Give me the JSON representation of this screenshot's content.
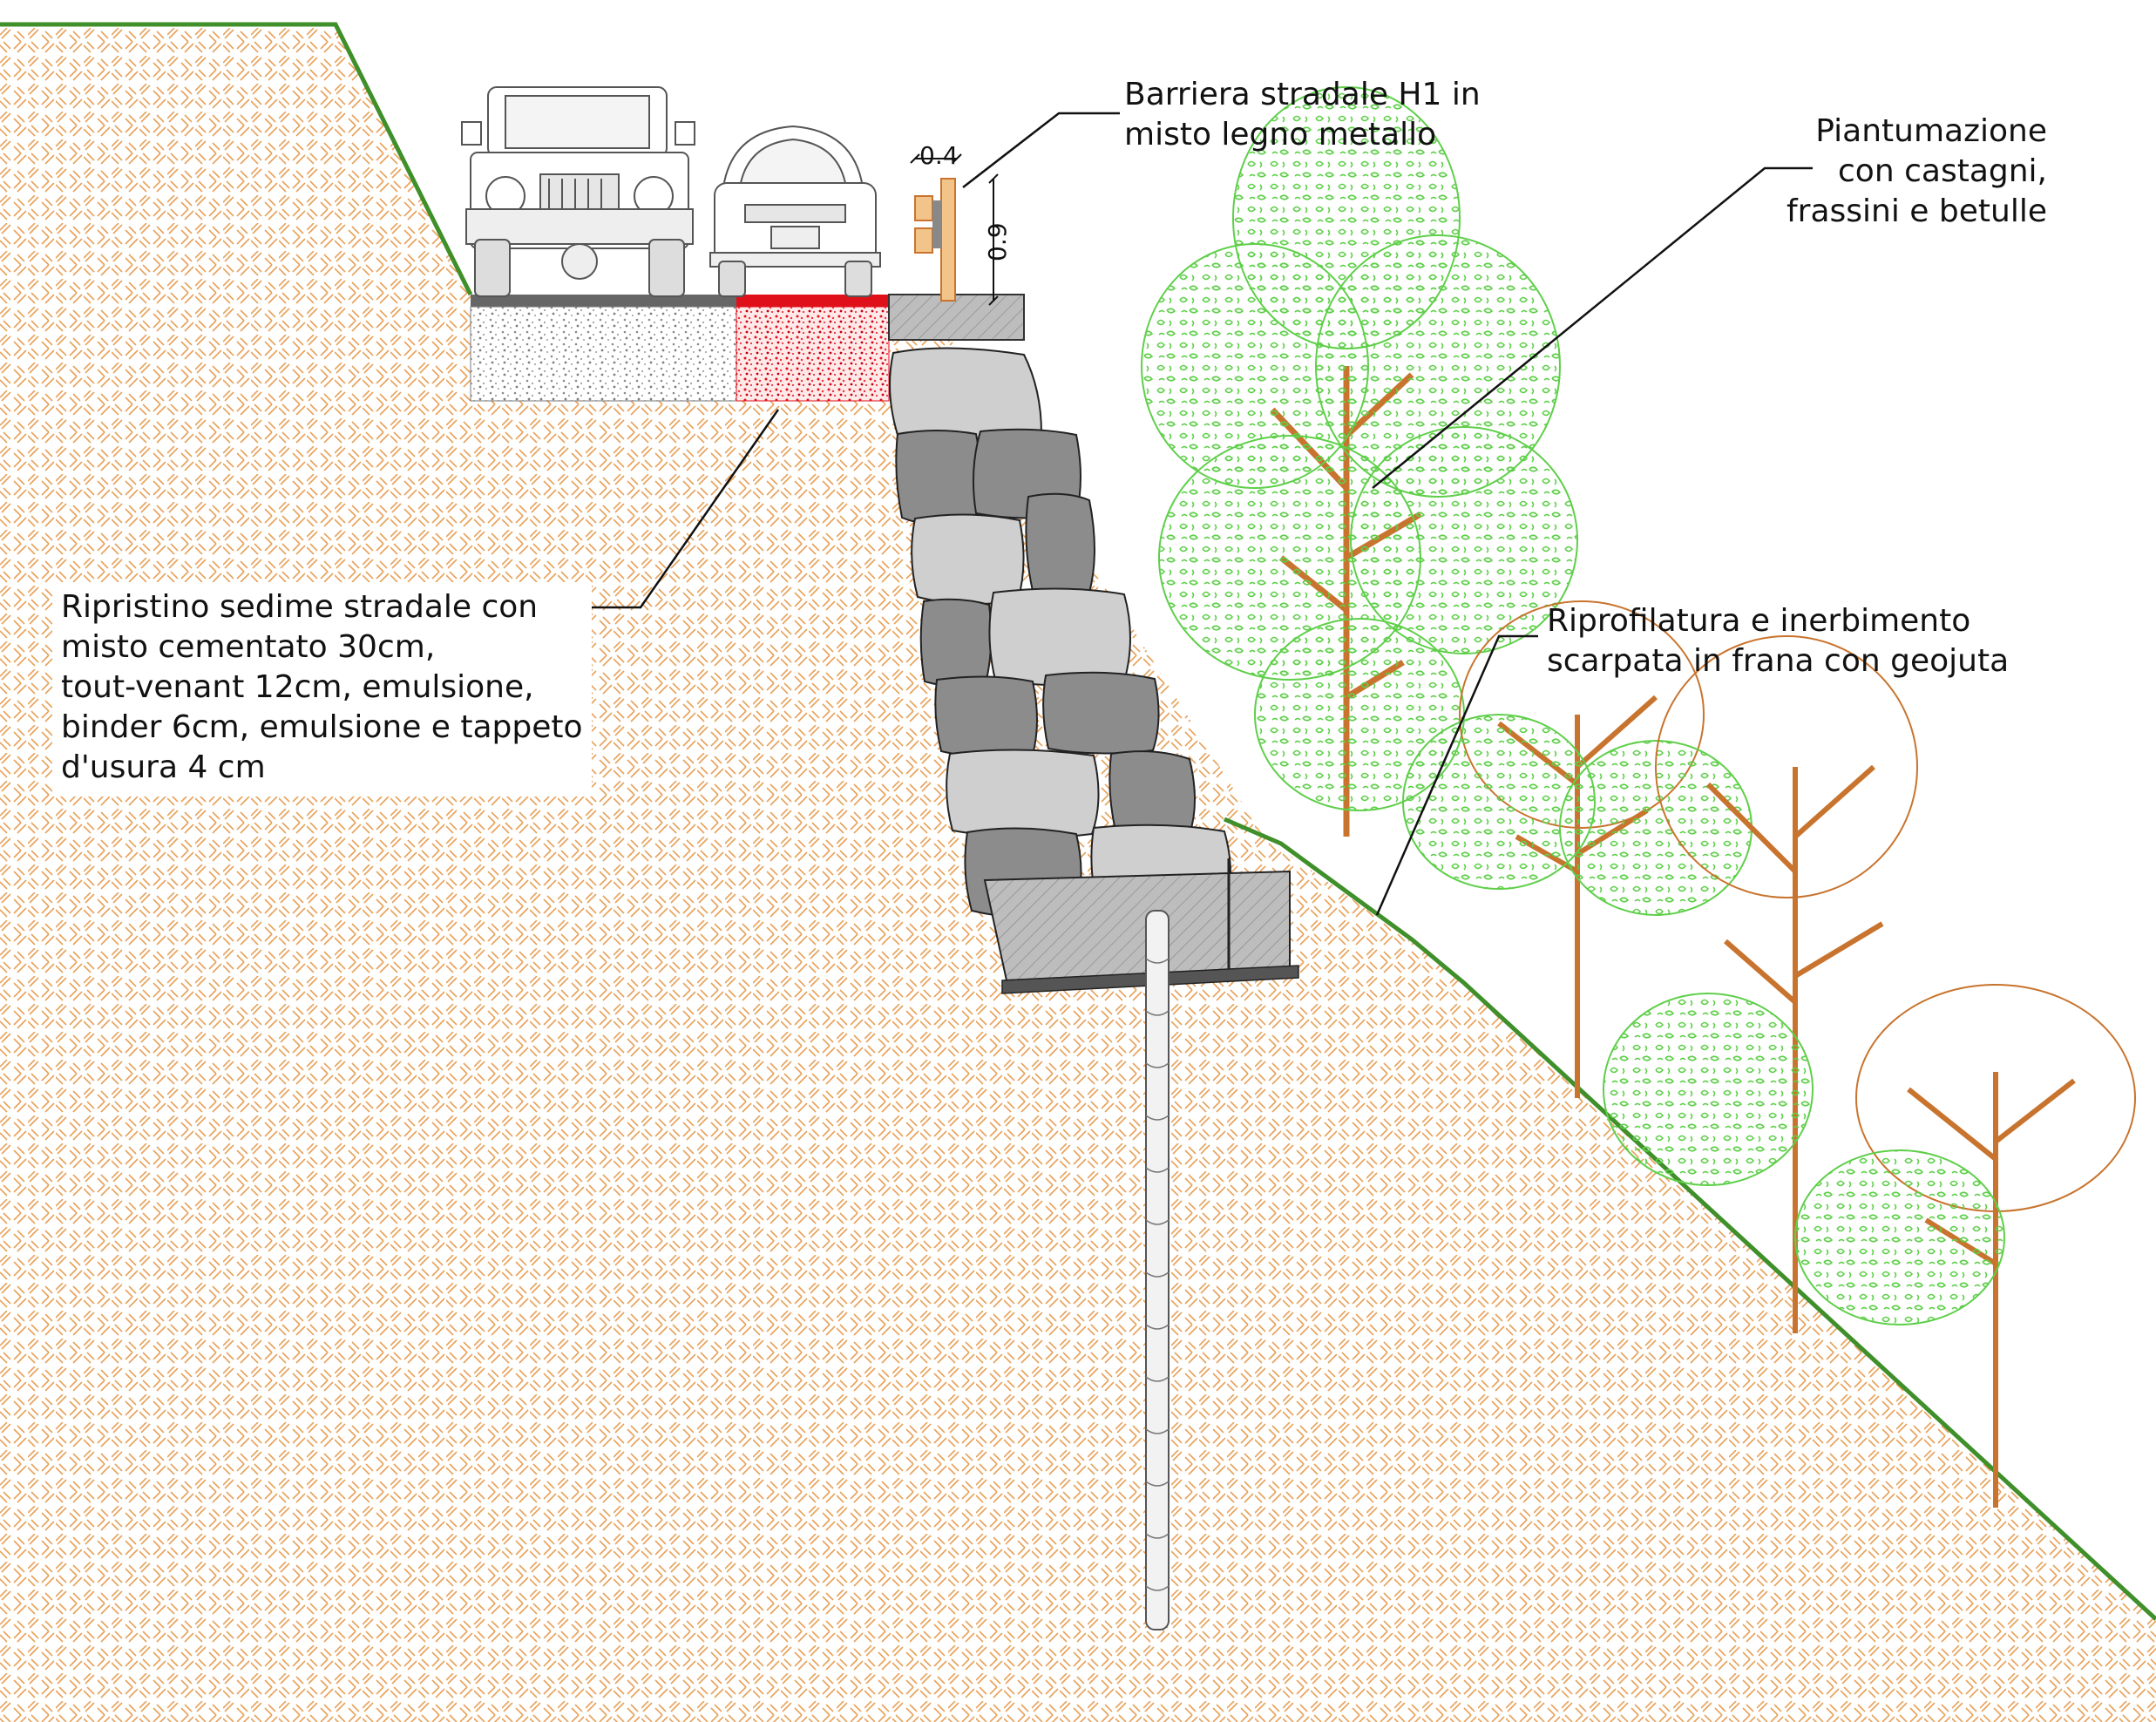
{
  "annotations": {
    "road_rebuild": {
      "lines": [
        "Ripristino sedime stradale con",
        "misto cementato 30cm,",
        "tout-venant 12cm, emulsione,",
        "binder 6cm, emulsione e tappeto",
        "d'usura 4 cm"
      ]
    },
    "barrier": {
      "lines": [
        "Barriera stradale H1 in",
        "misto legno metallo"
      ]
    },
    "planting": {
      "lines": [
        "Piantumazione",
        "con castagni,",
        "frassini e betulle"
      ]
    },
    "slope": {
      "lines": [
        "Riprofilatura e inerbimento",
        "scarpata in frana con geojuta"
      ]
    }
  },
  "dimensions": {
    "barrier_width": "0.4",
    "barrier_height": "0.9"
  },
  "colors": {
    "soil_hatch": "#e8a25a",
    "grass": "#3f8f2a",
    "foliage": "#5fcf4a",
    "trunk": "#c8742e",
    "rebuilt_layer": "#e0101a",
    "gravel_layer": "#9a9a9a",
    "concrete": "#b4b4b4",
    "stone_dark": "#8c8c8c",
    "stone_light": "#cfcfcf",
    "text": "#111111"
  }
}
